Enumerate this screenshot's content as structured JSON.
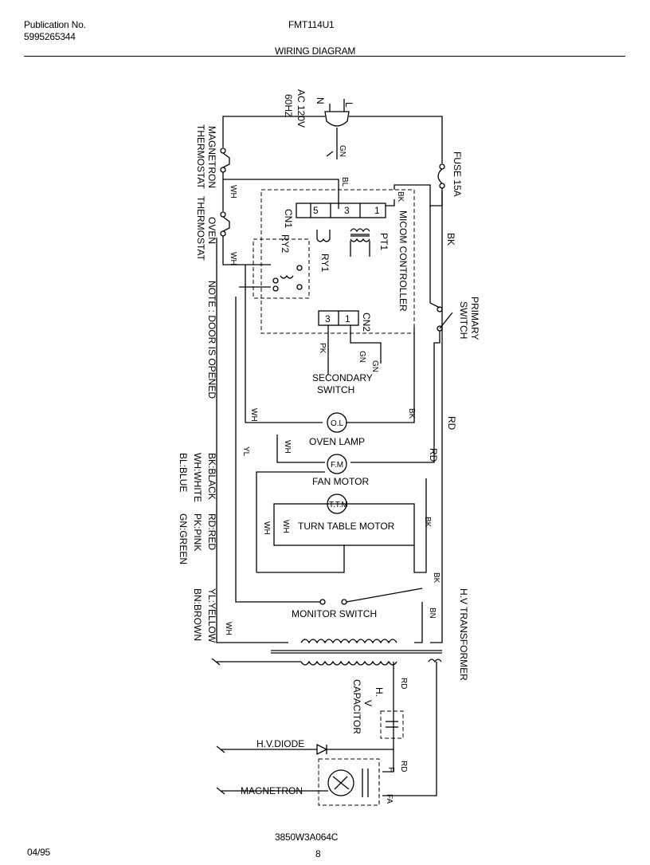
{
  "header": {
    "publication_label": "Publication No.",
    "publication_number": "5995265344",
    "model": "FMT114U1",
    "section_title": "WIRING DIAGRAM"
  },
  "footer": {
    "date": "04/95",
    "drawing_number": "3850W3A064C",
    "page": "8"
  },
  "diagram": {
    "power": {
      "line": "L",
      "neutral": "N",
      "spec_1": "AC 120V",
      "spec_2": "60HZ",
      "ground": "GN"
    },
    "fuse": "FUSE 15A",
    "magnetron_thermostat_1": "MAGNETRON",
    "magnetron_thermostat_2": "THERMOSTAT",
    "oven_thermostat_1": "OVEN",
    "oven_thermostat_2": "THERMOSTAT",
    "micom_controller": "MICOM CONTROLLER",
    "cn1": "CN1",
    "cn2": "CN2",
    "cn1_pins": [
      "5",
      "3",
      "1"
    ],
    "cn2_pins": [
      "3",
      "1"
    ],
    "pt1": "PT1",
    "ry1": "RY1",
    "ry2": "RY2",
    "primary_switch_1": "PRIMARY",
    "primary_switch_2": "SWITCH",
    "secondary_switch_1": "SECONDARY",
    "secondary_switch_2": "SWITCH",
    "oven_lamp": "OVEN LAMP",
    "oven_lamp_symbol": "O.L",
    "fan_motor": "FAN MOTOR",
    "fan_motor_symbol": "F.M",
    "turn_table_motor": "TURN TABLE MOTOR",
    "turn_table_motor_symbol": "T.T.M",
    "monitor_switch": "MONITOR SWITCH",
    "hv_transformer": "H.V TRANSFORMER",
    "hv_capacitor_1": "H.",
    "hv_capacitor_2": "V",
    "hv_capacitor_3": "CAPACITOR",
    "hv_diode": "H.V.DIODE",
    "magnetron": "MAGNETRON",
    "magnetron_pin_f": "F",
    "magnetron_pin_fa": "FA",
    "wire_bk": "BK",
    "wire_bl": "BL",
    "wire_wh": "WH",
    "wire_rd": "RD",
    "wire_yl": "YL",
    "wire_pk": "PK",
    "wire_gn": "GN",
    "wire_bn": "BN"
  },
  "note": {
    "text": "NOTE : DOOR IS OPENED",
    "legend": [
      {
        "code": "BK:BLACK",
        "pair": "RD:RED"
      },
      {
        "code": "WH:WHITE",
        "pair": "PK:PINK"
      },
      {
        "code": "BL:BLUE",
        "pair": "GN:GREEN"
      }
    ],
    "legend_extra": [
      "YL:YELLOW",
      "BN:BROWN"
    ]
  }
}
